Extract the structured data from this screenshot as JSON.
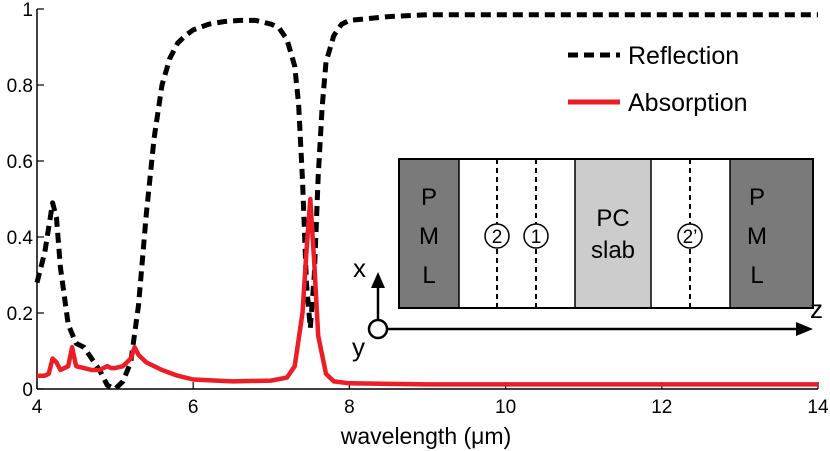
{
  "chart_data": {
    "type": "line",
    "xlabel": "wavelength (μm)",
    "ylabel": "",
    "xlim": [
      4,
      14
    ],
    "ylim": [
      0,
      1
    ],
    "xticks": [
      "4",
      "6",
      "8",
      "10",
      "12",
      "14"
    ],
    "yticks": [
      "0",
      "0.2",
      "0.4",
      "0.6",
      "0.8",
      "1"
    ],
    "grid": false,
    "legend_position": "top-right",
    "series": [
      {
        "name": "Reflection",
        "style": "dashed",
        "color": "#000000",
        "x": [
          4.0,
          4.1,
          4.2,
          4.25,
          4.3,
          4.4,
          4.5,
          4.6,
          4.7,
          4.8,
          4.9,
          5.0,
          5.1,
          5.2,
          5.3,
          5.4,
          5.5,
          5.6,
          5.7,
          5.8,
          5.9,
          6.0,
          6.2,
          6.4,
          6.6,
          6.8,
          7.0,
          7.1,
          7.2,
          7.3,
          7.35,
          7.4,
          7.45,
          7.5,
          7.55,
          7.6,
          7.65,
          7.7,
          7.8,
          7.9,
          8.0,
          8.5,
          9.0,
          10.0,
          11.0,
          12.0,
          13.0,
          14.0
        ],
        "values": [
          0.28,
          0.36,
          0.49,
          0.45,
          0.32,
          0.17,
          0.12,
          0.11,
          0.08,
          0.05,
          0.01,
          0.0,
          0.02,
          0.07,
          0.22,
          0.46,
          0.66,
          0.8,
          0.87,
          0.91,
          0.93,
          0.945,
          0.96,
          0.967,
          0.97,
          0.97,
          0.96,
          0.95,
          0.92,
          0.85,
          0.75,
          0.55,
          0.28,
          0.16,
          0.3,
          0.56,
          0.74,
          0.86,
          0.93,
          0.96,
          0.97,
          0.98,
          0.985,
          0.985,
          0.985,
          0.985,
          0.985,
          0.985
        ]
      },
      {
        "name": "Absorption",
        "style": "solid",
        "color": "#ee1c25",
        "x": [
          4.0,
          4.1,
          4.15,
          4.2,
          4.25,
          4.3,
          4.4,
          4.45,
          4.5,
          4.6,
          4.7,
          4.8,
          4.85,
          4.9,
          4.95,
          5.0,
          5.1,
          5.2,
          5.25,
          5.3,
          5.4,
          5.6,
          5.8,
          6.0,
          6.5,
          7.0,
          7.2,
          7.3,
          7.4,
          7.45,
          7.5,
          7.55,
          7.6,
          7.7,
          7.8,
          8.0,
          9.0,
          10.0,
          11.0,
          12.0,
          13.0,
          14.0
        ],
        "values": [
          0.035,
          0.035,
          0.04,
          0.08,
          0.07,
          0.05,
          0.06,
          0.11,
          0.06,
          0.055,
          0.05,
          0.05,
          0.055,
          0.06,
          0.055,
          0.055,
          0.06,
          0.08,
          0.11,
          0.09,
          0.07,
          0.05,
          0.035,
          0.025,
          0.02,
          0.022,
          0.03,
          0.06,
          0.2,
          0.36,
          0.5,
          0.33,
          0.14,
          0.04,
          0.02,
          0.015,
          0.012,
          0.012,
          0.012,
          0.012,
          0.012,
          0.012
        ]
      }
    ]
  },
  "inset": {
    "regions": [
      {
        "name": "pml-left",
        "lines": [
          "P",
          "M",
          "L"
        ],
        "fill": "#7a7a7a"
      },
      {
        "name": "pc-slab",
        "lines": [
          "PC",
          "slab"
        ],
        "fill": "#cccccc"
      },
      {
        "name": "pml-right",
        "lines": [
          "P",
          "M",
          "L"
        ],
        "fill": "#7a7a7a"
      }
    ],
    "planes": [
      "2",
      "1",
      "2’"
    ],
    "axes": {
      "x": "x",
      "y": "y",
      "z": "z"
    }
  }
}
